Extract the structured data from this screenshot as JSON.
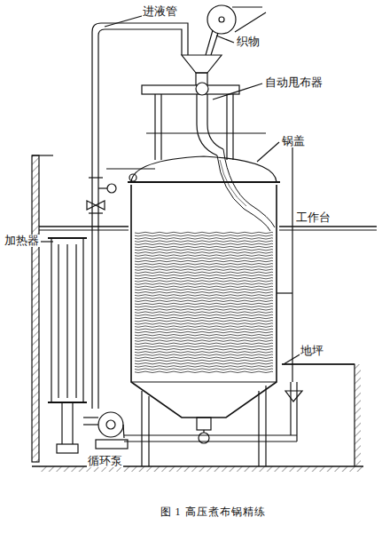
{
  "diagram": {
    "caption": "图 1 高压煮布锅精练",
    "labels": [
      "进液管",
      "织物",
      "自动甩布器",
      "锅盖",
      "工作台",
      "加热器",
      "地坪",
      "循环泵"
    ]
  }
}
